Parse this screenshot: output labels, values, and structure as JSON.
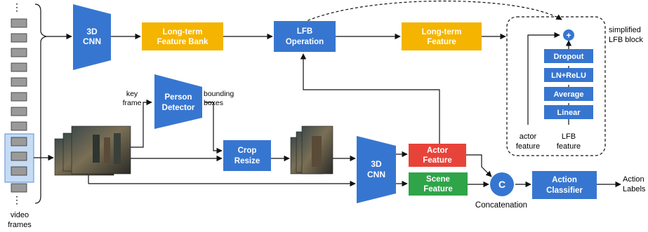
{
  "colors": {
    "blue": "#3776d0",
    "yellow": "#f4b400",
    "red": "#e8433a",
    "green": "#2fa449",
    "frame_gray": "#9a9a9a",
    "highlight": "#c6dcf5",
    "line": "#111111"
  },
  "left": {
    "dots_top": "⋮",
    "dots_bottom": "⋮",
    "caption_line1": "video",
    "caption_line2": "frames"
  },
  "nodes": {
    "cnn_top": {
      "line1": "3D",
      "line2": "CNN"
    },
    "ltfb": {
      "line1": "Long-term",
      "line2": "Feature Bank"
    },
    "lfb_op": {
      "line1": "LFB",
      "line2": "Operation"
    },
    "lt_feature": {
      "line1": "Long-term",
      "line2": "Feature"
    },
    "person_detector": {
      "line1": "Person",
      "line2": "Detector"
    },
    "crop_resize": {
      "line1": "Crop",
      "line2": "Resize"
    },
    "cnn_bottom": {
      "line1": "3D",
      "line2": "CNN"
    },
    "actor_feature": {
      "line1": "Actor",
      "line2": "Feature"
    },
    "scene_feature": {
      "line1": "Scene",
      "line2": "Feature"
    },
    "concat": {
      "symbol": "C",
      "caption": "Concatenation"
    },
    "action_classifier": {
      "line1": "Action",
      "line2": "Classifier"
    }
  },
  "labels": {
    "key_frame_1": "key",
    "key_frame_2": "frame",
    "bbox_1": "bounding",
    "bbox_2": "boxes",
    "output_1": "Action",
    "output_2": "Labels"
  },
  "lfb_block": {
    "title_1": "simplified",
    "title_2": "LFB block",
    "plus": "+",
    "layers": [
      "Dropout",
      "LN+ReLU",
      "Average",
      "Linear"
    ],
    "actor_input_1": "actor",
    "actor_input_2": "feature",
    "lfb_input_1": "LFB",
    "lfb_input_2": "feature"
  }
}
